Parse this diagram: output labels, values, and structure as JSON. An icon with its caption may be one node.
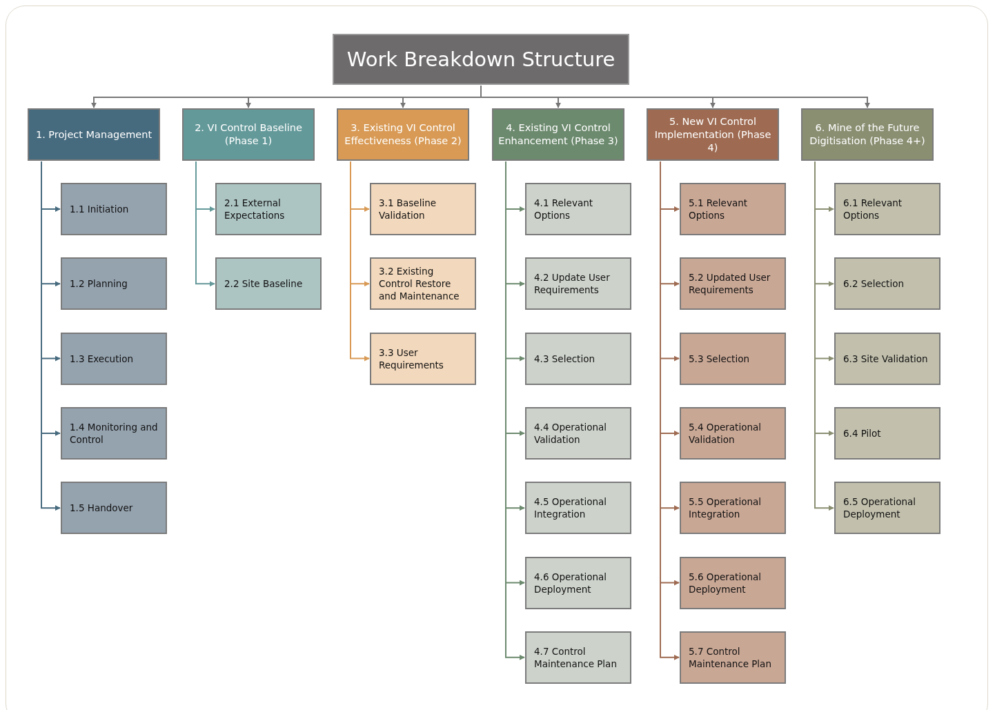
{
  "diagram": {
    "nodes": [
      {
        "text": [
          "Work Breakdown Structure"
        ]
      },
      {
        "text": [
          "1. Project Management"
        ]
      },
      {
        "text": [
          "1.1 Initiation"
        ]
      },
      {
        "text": [
          "1.2 Planning"
        ]
      },
      {
        "text": [
          "1.3 Execution"
        ]
      },
      {
        "text": [
          "1.4 Monitoring and Control"
        ]
      },
      {
        "text": [
          "1.5 Handover"
        ]
      },
      {
        "text": [
          "2. VI Control Baseline (Phase 1)"
        ]
      },
      {
        "text": [
          "2.1 External Expectations"
        ]
      },
      {
        "text": [
          "2.2 Site Baseline"
        ]
      },
      {
        "text": [
          "3. Existing VI Control Effectiveness (Phase 2)"
        ]
      },
      {
        "text": [
          "3.1 Baseline Validation"
        ]
      },
      {
        "text": [
          "3.2 Existing Control Restore and Maintenance"
        ]
      },
      {
        "text": [
          "3.3 User Requirements"
        ]
      },
      {
        "text": [
          "4. Existing VI Control Enhancement (Phase 3)"
        ]
      },
      {
        "text": [
          "4.1 Relevant Options"
        ]
      },
      {
        "text": [
          "4.2 Update User Requirements"
        ]
      },
      {
        "text": [
          "4.3 Selection"
        ]
      },
      {
        "text": [
          "4.4 Operational Validation"
        ]
      },
      {
        "text": [
          "4.5 Operational Integration"
        ]
      },
      {
        "text": [
          "4.6 Operational Deployment"
        ]
      },
      {
        "text": [
          "4.7 Control Maintenance Plan"
        ]
      },
      {
        "text": [
          "5. New VI Control Implementation (Phase 4)"
        ]
      },
      {
        "text": [
          "5.1 Relevant Options"
        ]
      },
      {
        "text": [
          "5.2 Updated User Requirements"
        ]
      },
      {
        "text": [
          "5.3 Selection"
        ]
      },
      {
        "text": [
          "5.4 Operational Validation"
        ]
      },
      {
        "text": [
          "5.5 Operational Integration"
        ]
      },
      {
        "text": [
          "5.6 Operational Deployment"
        ]
      },
      {
        "text": [
          "5.7 Control Maintenance Plan"
        ]
      },
      {
        "text": [
          "6. Mine of the Future Digitisation (Phase 4+)"
        ]
      },
      {
        "text": [
          "6.1 Relevant Options"
        ]
      },
      {
        "text": [
          "6.2 Selection"
        ]
      },
      {
        "text": [
          "6.3 Site Validation"
        ]
      },
      {
        "text": [
          "6.4 Pilot"
        ]
      },
      {
        "text": [
          "6.5 Operational Deployment"
        ]
      }
    ],
    "edges": [
      {
        "from": 0,
        "to": 1,
        "arrow": "to",
        "color": "#767676"
      },
      {
        "from": 0,
        "to": 7,
        "arrow": "to",
        "color": "#767676"
      },
      {
        "from": 0,
        "to": 10,
        "arrow": "to",
        "color": "#767676"
      },
      {
        "from": 0,
        "to": 14,
        "arrow": "to",
        "color": "#767676"
      },
      {
        "from": 0,
        "to": 22,
        "arrow": "to",
        "color": "#767676"
      },
      {
        "from": 0,
        "to": 30,
        "arrow": "to",
        "color": "#767676"
      },
      {
        "from": 1,
        "to": 2,
        "arrow": "to",
        "color": "#466a7e"
      },
      {
        "from": 1,
        "to": 3,
        "arrow": "to",
        "color": "#466a7e"
      },
      {
        "from": 1,
        "to": 4,
        "arrow": "to",
        "color": "#466a7e"
      },
      {
        "from": 1,
        "to": 5,
        "arrow": "to",
        "color": "#466a7e"
      },
      {
        "from": 1,
        "to": 6,
        "arrow": "to",
        "color": "#466a7e"
      },
      {
        "from": 7,
        "to": 8,
        "arrow": "to",
        "color": "#64999a"
      },
      {
        "from": 7,
        "to": 9,
        "arrow": "to",
        "color": "#64999a"
      },
      {
        "from": 10,
        "to": 11,
        "arrow": "to",
        "color": "#d89a55"
      },
      {
        "from": 10,
        "to": 12,
        "arrow": "to",
        "color": "#d89a55"
      },
      {
        "from": 10,
        "to": 13,
        "arrow": "to",
        "color": "#d89a55"
      },
      {
        "from": 14,
        "to": 15,
        "arrow": "to",
        "color": "#6c8a6e"
      },
      {
        "from": 14,
        "to": 16,
        "arrow": "to",
        "color": "#6c8a6e"
      },
      {
        "from": 14,
        "to": 17,
        "arrow": "to",
        "color": "#6c8a6e"
      },
      {
        "from": 14,
        "to": 18,
        "arrow": "to",
        "color": "#6c8a6e"
      },
      {
        "from": 14,
        "to": 19,
        "arrow": "to",
        "color": "#6c8a6e"
      },
      {
        "from": 14,
        "to": 20,
        "arrow": "to",
        "color": "#6c8a6e"
      },
      {
        "from": 14,
        "to": 21,
        "arrow": "to",
        "color": "#6c8a6e"
      },
      {
        "from": 22,
        "to": 23,
        "arrow": "to",
        "color": "#9e6b52"
      },
      {
        "from": 22,
        "to": 24,
        "arrow": "to",
        "color": "#9e6b52"
      },
      {
        "from": 22,
        "to": 25,
        "arrow": "to",
        "color": "#9e6b52"
      },
      {
        "from": 22,
        "to": 26,
        "arrow": "to",
        "color": "#9e6b52"
      },
      {
        "from": 22,
        "to": 27,
        "arrow": "to",
        "color": "#9e6b52"
      },
      {
        "from": 22,
        "to": 28,
        "arrow": "to",
        "color": "#9e6b52"
      },
      {
        "from": 22,
        "to": 29,
        "arrow": "to",
        "color": "#9e6b52"
      },
      {
        "from": 30,
        "to": 31,
        "arrow": "to",
        "color": "#8a8f72"
      },
      {
        "from": 30,
        "to": 32,
        "arrow": "to",
        "color": "#8a8f72"
      },
      {
        "from": 30,
        "to": 33,
        "arrow": "to",
        "color": "#8a8f72"
      },
      {
        "from": 30,
        "to": 34,
        "arrow": "to",
        "color": "#8a8f72"
      },
      {
        "from": 30,
        "to": 35,
        "arrow": "to",
        "color": "#8a8f72"
      }
    ]
  }
}
